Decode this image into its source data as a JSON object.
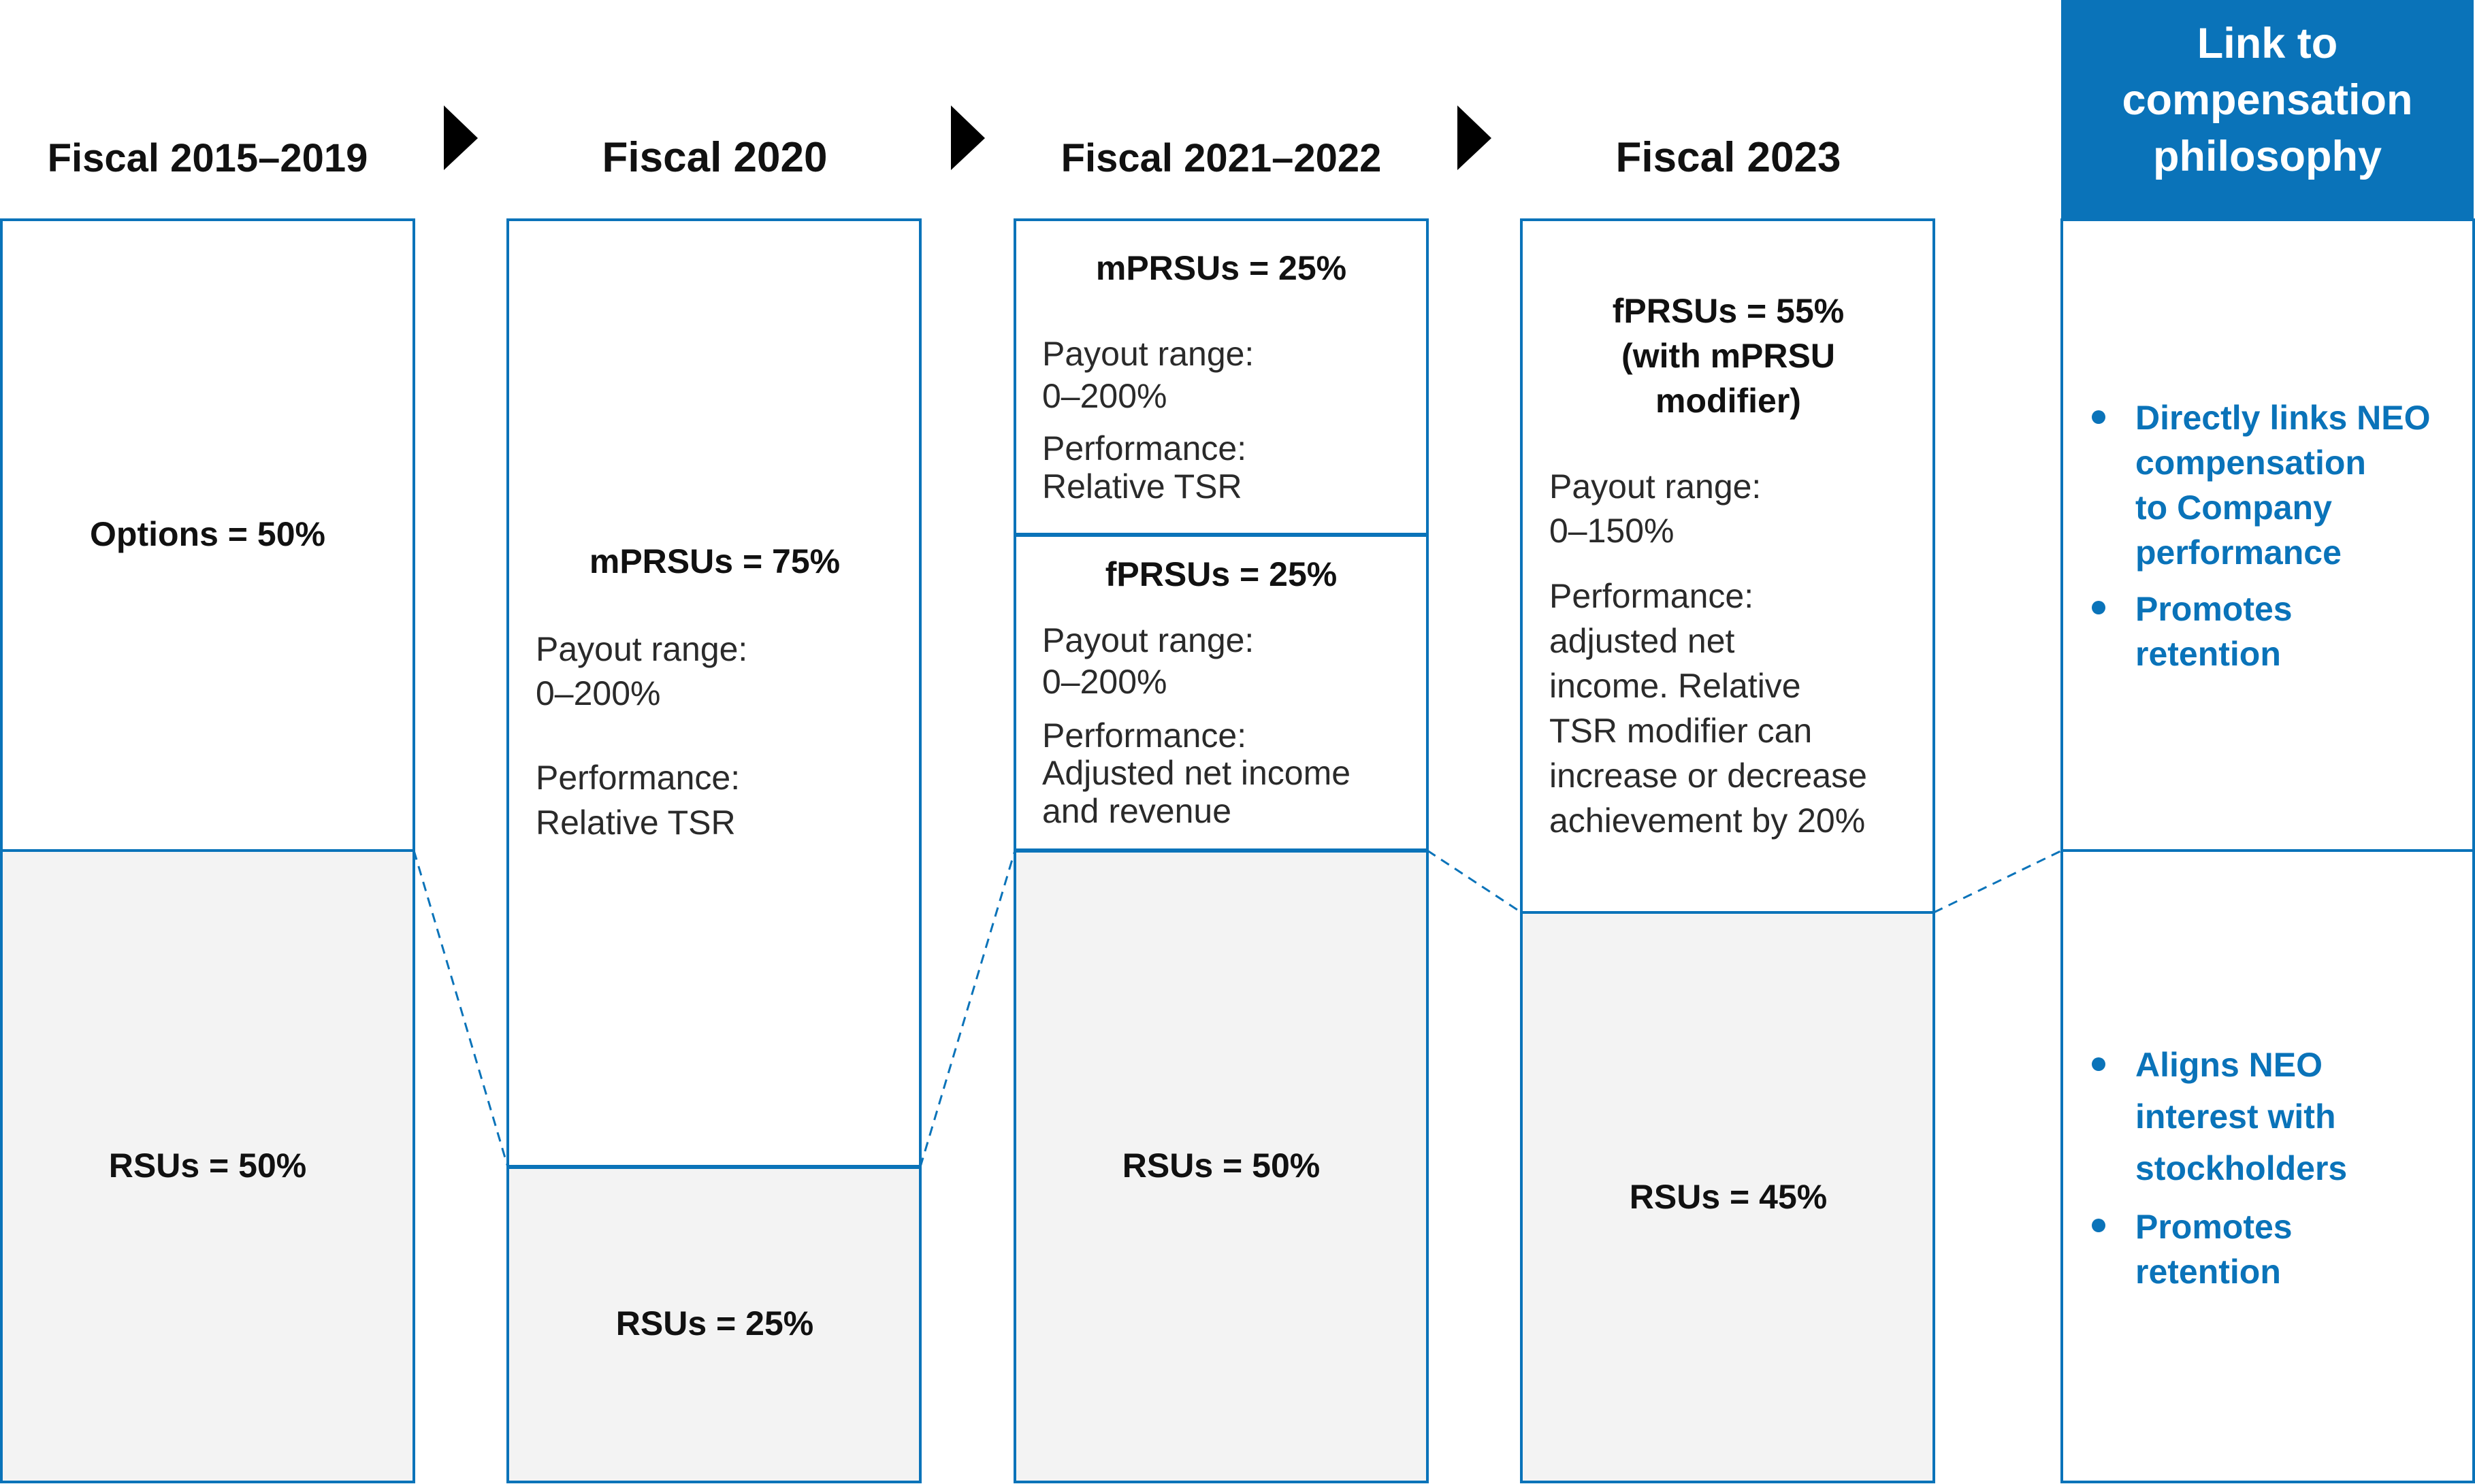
{
  "columns": [
    {
      "header": "Fiscal 2015–2019",
      "top": {
        "title": "Options = 50%"
      },
      "bottom": {
        "title": "RSUs = 50%"
      }
    },
    {
      "header": "Fiscal 2020",
      "top": {
        "title": "mPRSUs = 75%",
        "payout_label": "Payout range:",
        "payout_value": "0–200%",
        "performance_label": "Performance:",
        "performance_value": "Relative TSR"
      },
      "bottom": {
        "title": "RSUs = 25%"
      }
    },
    {
      "header": "Fiscal 2021–2022",
      "top_a": {
        "title": "mPRSUs = 25%",
        "payout_label": "Payout range:",
        "payout_value": "0–200%",
        "performance_label": "Performance:",
        "performance_value": "Relative TSR"
      },
      "top_b": {
        "title": "fPRSUs = 25%",
        "payout_label": "Payout range:",
        "payout_value": "0–200%",
        "performance_label": "Performance:",
        "performance_line1": "Adjusted net income",
        "performance_line2": "and revenue"
      },
      "bottom": {
        "title": "RSUs = 50%"
      }
    },
    {
      "header": "Fiscal 2023",
      "top": {
        "title_line1": "fPRSUs = 55%",
        "title_line2": "(with mPRSU",
        "title_line3": "modifier)",
        "payout_label": "Payout range:",
        "payout_value": "0–150%",
        "performance_lines": [
          "Performance:",
          "adjusted net",
          "income. Relative",
          "TSR modifier can",
          "increase or decrease",
          "achievement by 20%"
        ]
      },
      "bottom": {
        "title": "RSUs = 45%"
      }
    }
  ],
  "link": {
    "header_lines": [
      "Link to",
      "compensation",
      "philosophy"
    ],
    "top_bullets": [
      [
        "Directly links NEO",
        "compensation",
        "to Company",
        "performance"
      ],
      [
        "Promotes",
        "retention"
      ]
    ],
    "bottom_bullets": [
      [
        "Aligns NEO",
        "interest with",
        "stockholders"
      ],
      [
        "Promotes",
        "retention"
      ]
    ]
  },
  "colors": {
    "accent": "#0a73b9",
    "grey_fill": "#f3f3f3",
    "text": "#111111"
  },
  "icons": [
    "arrow-right-icon",
    "bullet-dot-icon"
  ]
}
